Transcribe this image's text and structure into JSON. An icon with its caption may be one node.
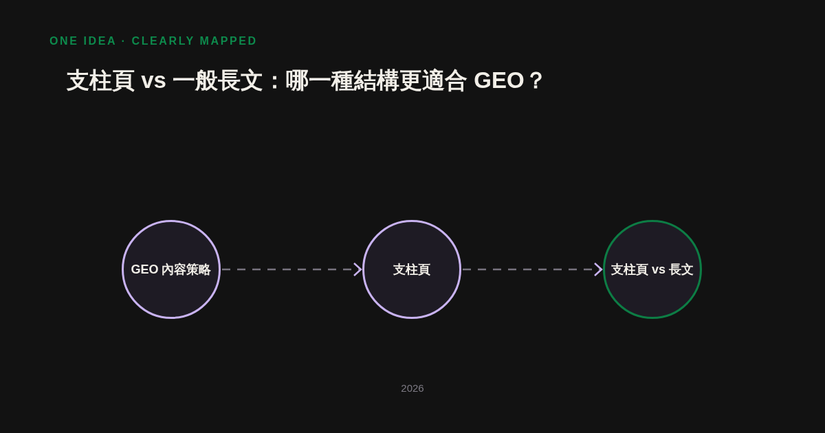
{
  "diagram": {
    "title": "支柱頁 vs 一般長文：哪一種結構更適合 GEO？",
    "nodes": [
      {
        "text": [
          "GEO 內容策略"
        ]
      },
      {
        "text": [
          "支柱頁"
        ]
      },
      {
        "text": [
          "支柱頁 vs 長文"
        ]
      }
    ],
    "edges": [
      {
        "from": 0,
        "to": 1,
        "arrow": "to",
        "style": "dashed"
      },
      {
        "from": 1,
        "to": 2,
        "arrow": "to",
        "style": "dashed"
      }
    ],
    "labels": [
      "ONE IDEA · CLEARLY MAPPED",
      "2026"
    ]
  }
}
